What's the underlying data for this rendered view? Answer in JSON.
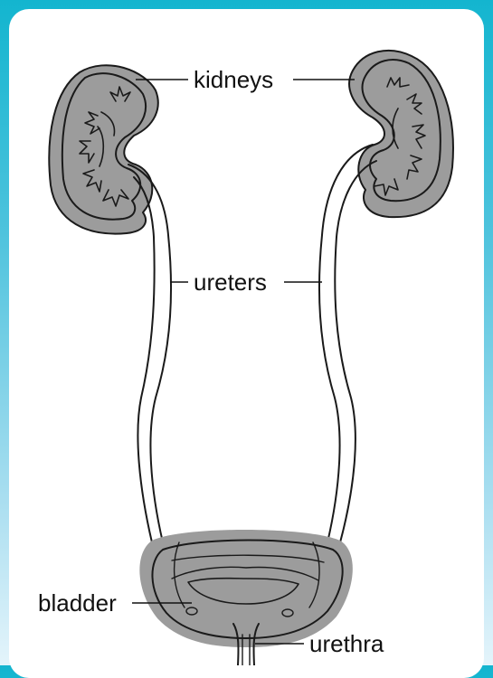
{
  "labels": {
    "kidneys": "kidneys",
    "ureters": "ureters",
    "bladder": "bladder",
    "urethra": "urethra"
  },
  "colors": {
    "background_top": "#13b5cf",
    "background_bottom": "#e4f4fb",
    "panel": "#ffffff",
    "shading": "#9c9c9c",
    "ink": "#1a1a1a"
  }
}
